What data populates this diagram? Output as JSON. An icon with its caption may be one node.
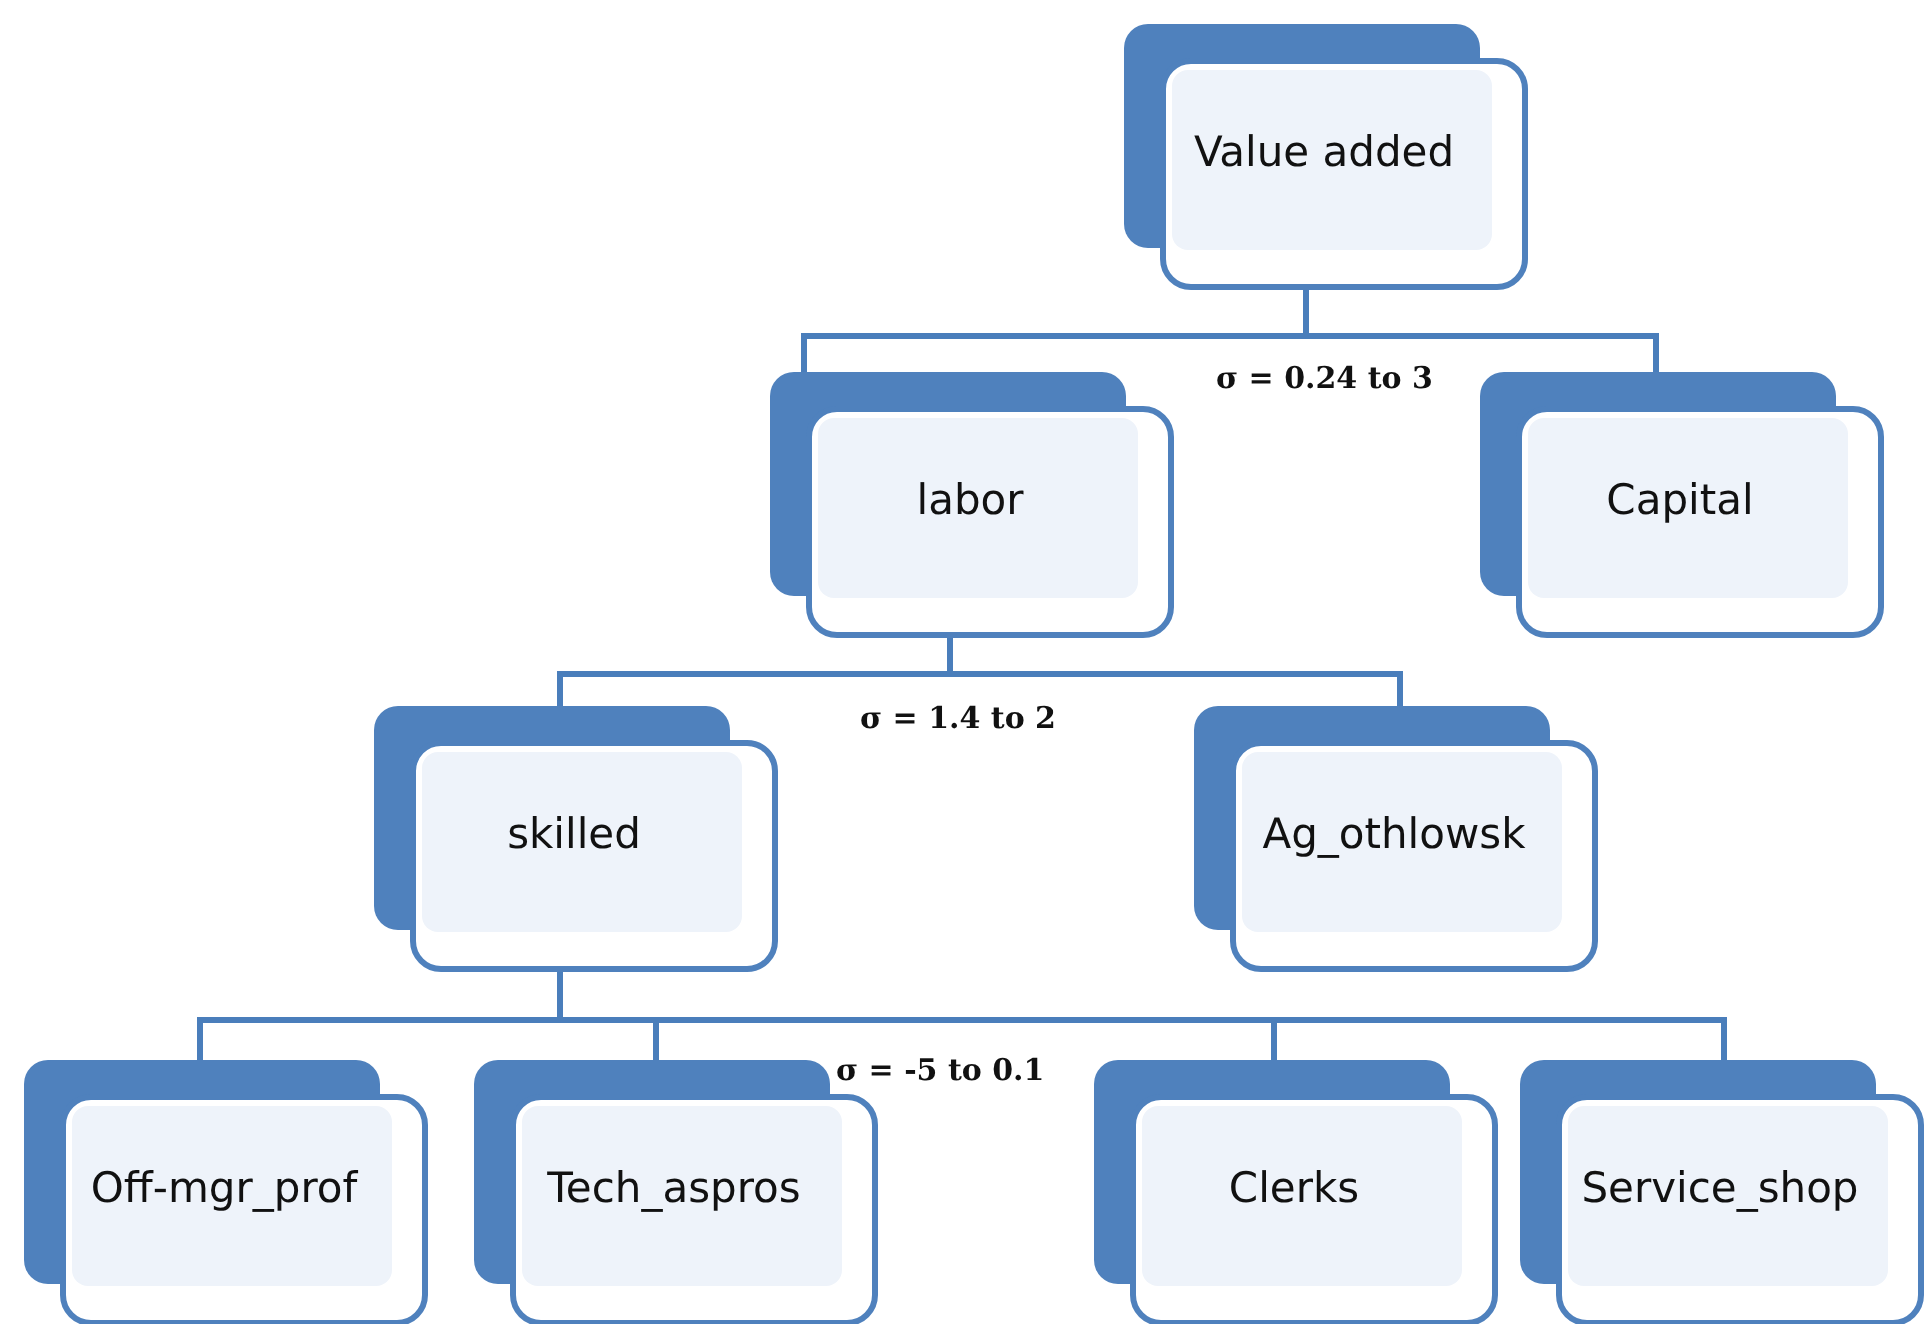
{
  "diagram": {
    "nodes": [
      {
        "text": [
          "Value added"
        ]
      },
      {
        "text": [
          "labor"
        ]
      },
      {
        "text": [
          "Capital"
        ]
      },
      {
        "text": [
          "skilled"
        ]
      },
      {
        "text": [
          "Ag_othlowsk"
        ]
      },
      {
        "text": [
          "Off-mgr_prof"
        ]
      },
      {
        "text": [
          "Tech_aspros"
        ]
      },
      {
        "text": [
          "Clerks"
        ]
      },
      {
        "text": [
          "Service_shop"
        ]
      }
    ],
    "edges": [
      {
        "from": 0,
        "to": 1,
        "arrow": "none"
      },
      {
        "from": 0,
        "to": 2,
        "arrow": "none"
      },
      {
        "from": 1,
        "to": 3,
        "arrow": "none"
      },
      {
        "from": 1,
        "to": 4,
        "arrow": "none"
      },
      {
        "from": 3,
        "to": 5,
        "arrow": "none"
      },
      {
        "from": 3,
        "to": 6,
        "arrow": "none"
      },
      {
        "from": 3,
        "to": 7,
        "arrow": "none"
      },
      {
        "from": 3,
        "to": 8,
        "arrow": "none"
      }
    ],
    "labels": [
      "σ = 0.24 to 3",
      "σ = 1.4 to 2",
      "σ = -5 to 0.1"
    ]
  }
}
